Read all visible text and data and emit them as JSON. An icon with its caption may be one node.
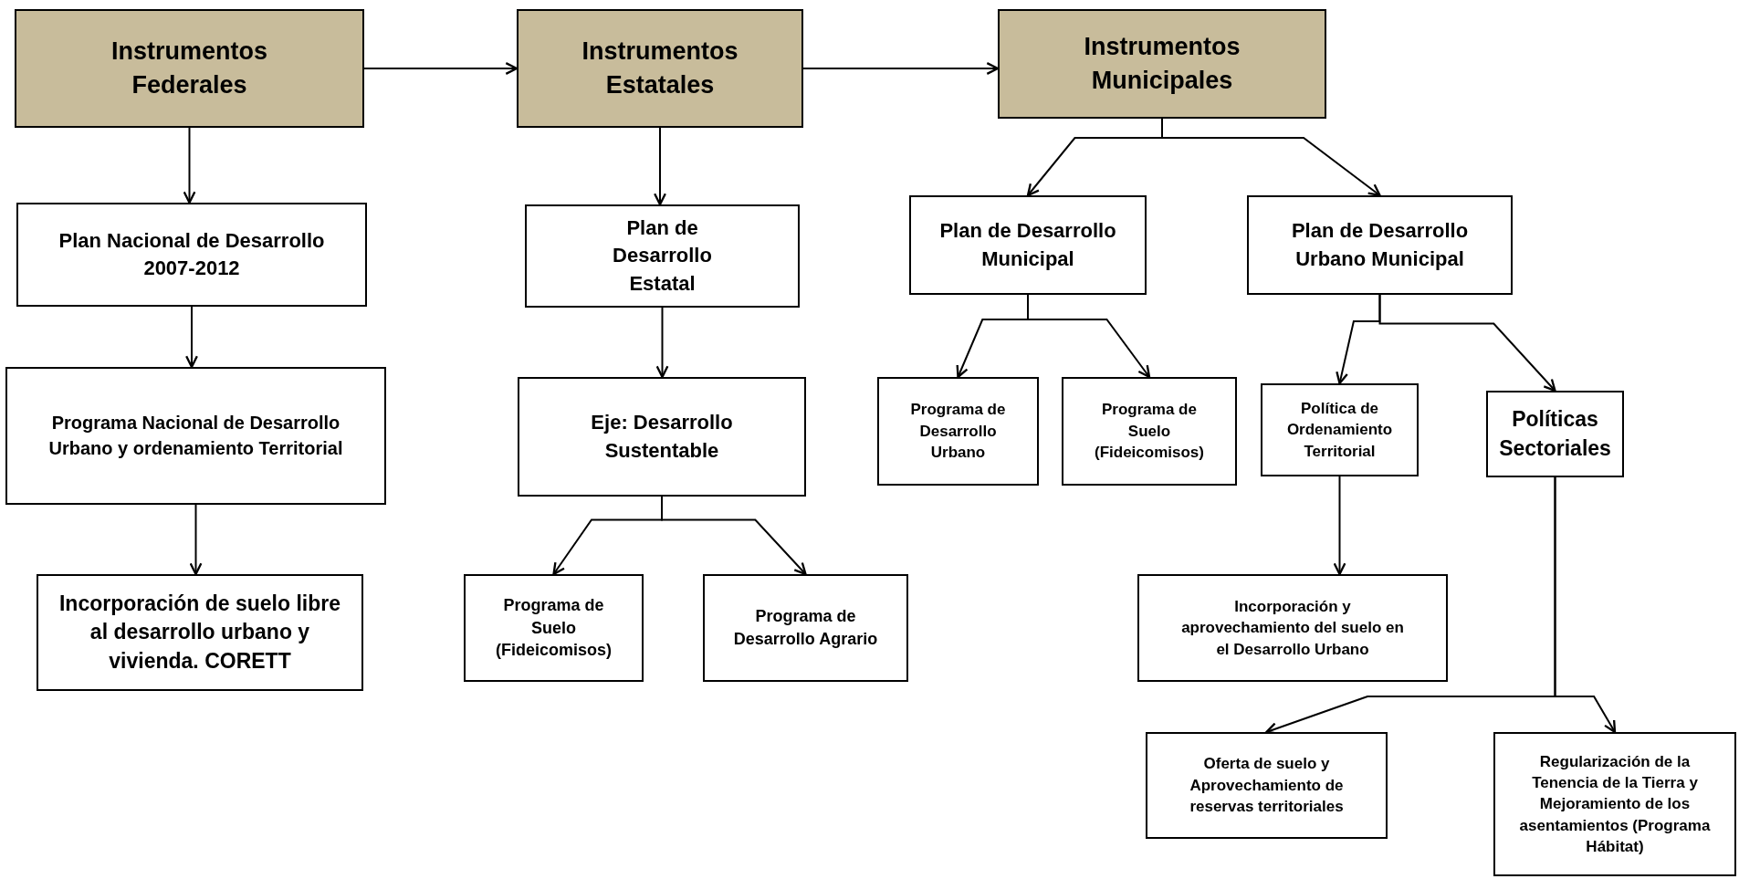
{
  "diagram": {
    "nodes": [
      {
        "text": [
          "Instrumentos Federales"
        ]
      },
      {
        "text": [
          "Instrumentos Estatales"
        ]
      },
      {
        "text": [
          "Instrumentos Municipales"
        ]
      },
      {
        "text": [
          "Plan Nacional de Desarrollo 2007-2012"
        ]
      },
      {
        "text": [
          "Programa Nacional de Desarrollo Urbano y ordenamiento Territorial"
        ]
      },
      {
        "text": [
          "Incorporación de suelo libre al desarrollo urbano y vivienda. CORETT"
        ]
      },
      {
        "text": [
          "Plan de Desarrollo Estatal"
        ]
      },
      {
        "text": [
          "Eje: Desarrollo Sustentable"
        ]
      },
      {
        "text": [
          "Programa de Suelo (Fideicomisos)"
        ]
      },
      {
        "text": [
          "Programa de Desarrollo Agrario"
        ]
      },
      {
        "text": [
          "Plan de Desarrollo Municipal"
        ]
      },
      {
        "text": [
          "Plan de Desarrollo Urbano Municipal"
        ]
      },
      {
        "text": [
          "Programa de Desarrollo Urbano"
        ]
      },
      {
        "text": [
          "Programa de Suelo (Fideicomisos)"
        ]
      },
      {
        "text": [
          "Política de Ordenamiento Territorial"
        ]
      },
      {
        "text": [
          "Políticas Sectoriales"
        ]
      },
      {
        "text": [
          "Incorporación y aprovechamiento del suelo en el Desarrollo Urbano"
        ]
      },
      {
        "text": [
          "Oferta de suelo y Aprovechamiento de reservas territoriales"
        ]
      },
      {
        "text": [
          "Regularización de la Tenencia de la Tierra y Mejoramiento de los asentamientos (Programa Hábitat)"
        ]
      }
    ],
    "edges": [
      {
        "from": 0,
        "to": 1,
        "arrow": "to"
      },
      {
        "from": 1,
        "to": 2,
        "arrow": "to"
      },
      {
        "from": 0,
        "to": 3,
        "arrow": "to"
      },
      {
        "from": 3,
        "to": 4,
        "arrow": "to"
      },
      {
        "from": 4,
        "to": 5,
        "arrow": "to"
      },
      {
        "from": 1,
        "to": 6,
        "arrow": "to"
      },
      {
        "from": 6,
        "to": 7,
        "arrow": "to"
      },
      {
        "from": 7,
        "to": 8,
        "arrow": "to"
      },
      {
        "from": 7,
        "to": 9,
        "arrow": "to"
      },
      {
        "from": 2,
        "to": 10,
        "arrow": "to"
      },
      {
        "from": 2,
        "to": 11,
        "arrow": "to"
      },
      {
        "from": 10,
        "to": 12,
        "arrow": "to"
      },
      {
        "from": 10,
        "to": 13,
        "arrow": "to"
      },
      {
        "from": 11,
        "to": 14,
        "arrow": "to"
      },
      {
        "from": 11,
        "to": 15,
        "arrow": "to"
      },
      {
        "from": 14,
        "to": 16,
        "arrow": "to"
      },
      {
        "from": 15,
        "to": 17,
        "arrow": "to"
      },
      {
        "from": 15,
        "to": 18,
        "arrow": "to"
      }
    ]
  }
}
